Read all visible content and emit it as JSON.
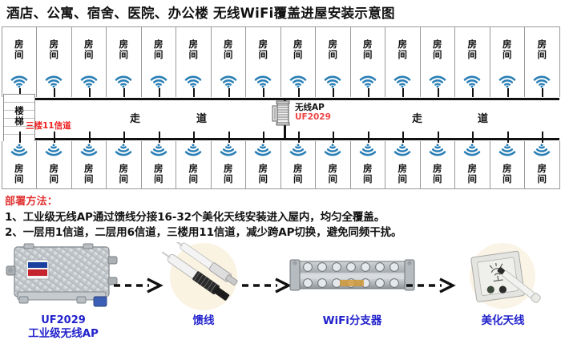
{
  "title": "酒店、公寓、宿舍、医院、办公楼  无线WiFi覆盖进屋安装示意图",
  "diagram": {
    "room_label_line1": "房",
    "room_label_line2": "间",
    "room_count_top": 16,
    "room_count_bottom": 16,
    "stairs_line1": "楼",
    "stairs_line2": "梯",
    "channel_note": "三楼11信道",
    "corridor_left_word1": "走",
    "corridor_left_word2": "道",
    "corridor_right_word1": "走",
    "corridor_right_word2": "道",
    "ap_name": "无线AP",
    "ap_model": "UF2029",
    "icons": {
      "room_signal": "wifi-icon",
      "access_point": "access-point-icon",
      "stairs": "stairs-icon"
    },
    "colors": {
      "wifi": "#2a7fb5",
      "cable": "#111111",
      "channel_note": "#ee2222",
      "ap_model": "#ee4444"
    }
  },
  "notes": {
    "heading": "部署方法：",
    "lines": [
      "1、工业级无线AP通过馈线分接16-32个美化天线安装进入屋内，均匀全覆盖。",
      "2、一层用1信道，二层用6信道，三楼用11信道，减少跨AP切换，避免同频干扰。"
    ]
  },
  "products": {
    "caption_color": "#2222cc",
    "arrow_label": "dashed-arrow-right-icon",
    "items": [
      {
        "id": "industrial-ap",
        "icon": "industrial-ap-icon",
        "caption_line1": "UF2029",
        "caption_line2": "工业级无线AP"
      },
      {
        "id": "feeder-cable",
        "icon": "coaxial-feeder-icon",
        "caption_line1": "",
        "caption_line2": "馈线"
      },
      {
        "id": "wifi-splitter",
        "icon": "wifi-splitter-icon",
        "caption_line1": "",
        "caption_line2": "WiFi分支器"
      },
      {
        "id": "decorative-antenna",
        "icon": "decorative-antenna-icon",
        "caption_line1": "",
        "caption_line2": "美化天线"
      }
    ]
  }
}
